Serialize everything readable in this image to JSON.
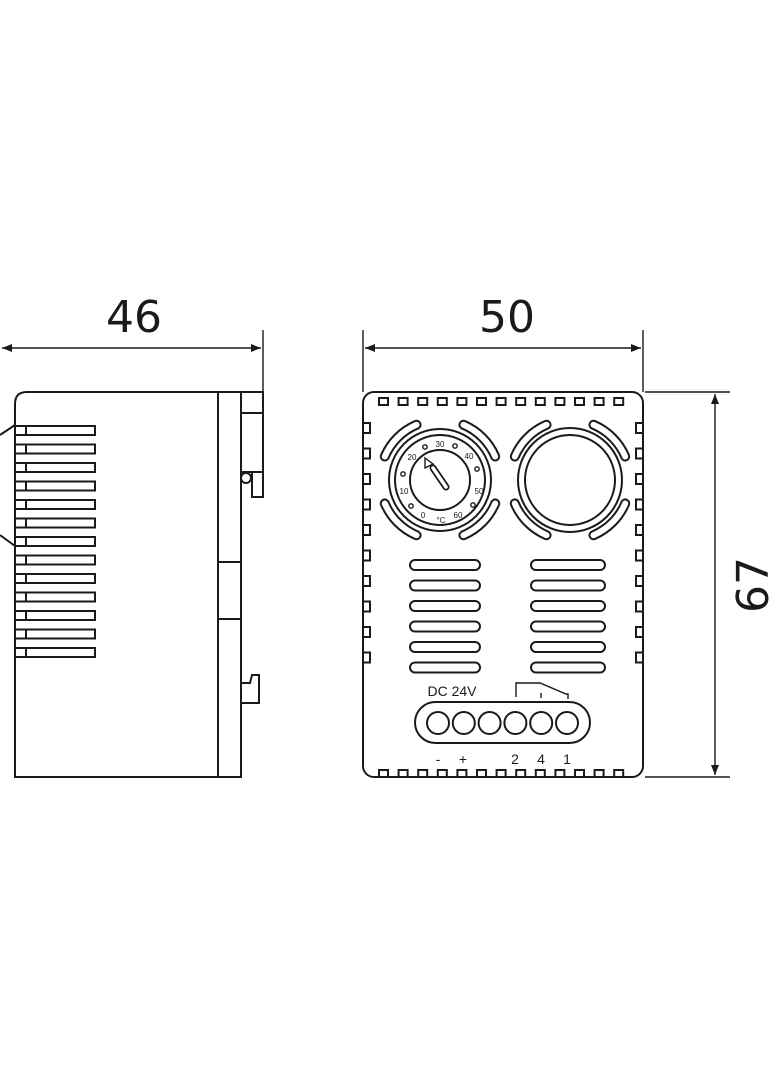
{
  "dimensions": {
    "side_depth": "46",
    "front_width": "50",
    "front_height": "67"
  },
  "dial": {
    "scale_labels": [
      "0",
      "10",
      "20",
      "30",
      "40",
      "50",
      "60"
    ],
    "unit": "°C"
  },
  "terminals": {
    "supply_label": "DC 24V",
    "pin_labels": [
      "-",
      "+",
      "2",
      "4",
      "1"
    ],
    "count": 6
  },
  "vent_slots_per_group": 6,
  "side_vent_slots": 13
}
